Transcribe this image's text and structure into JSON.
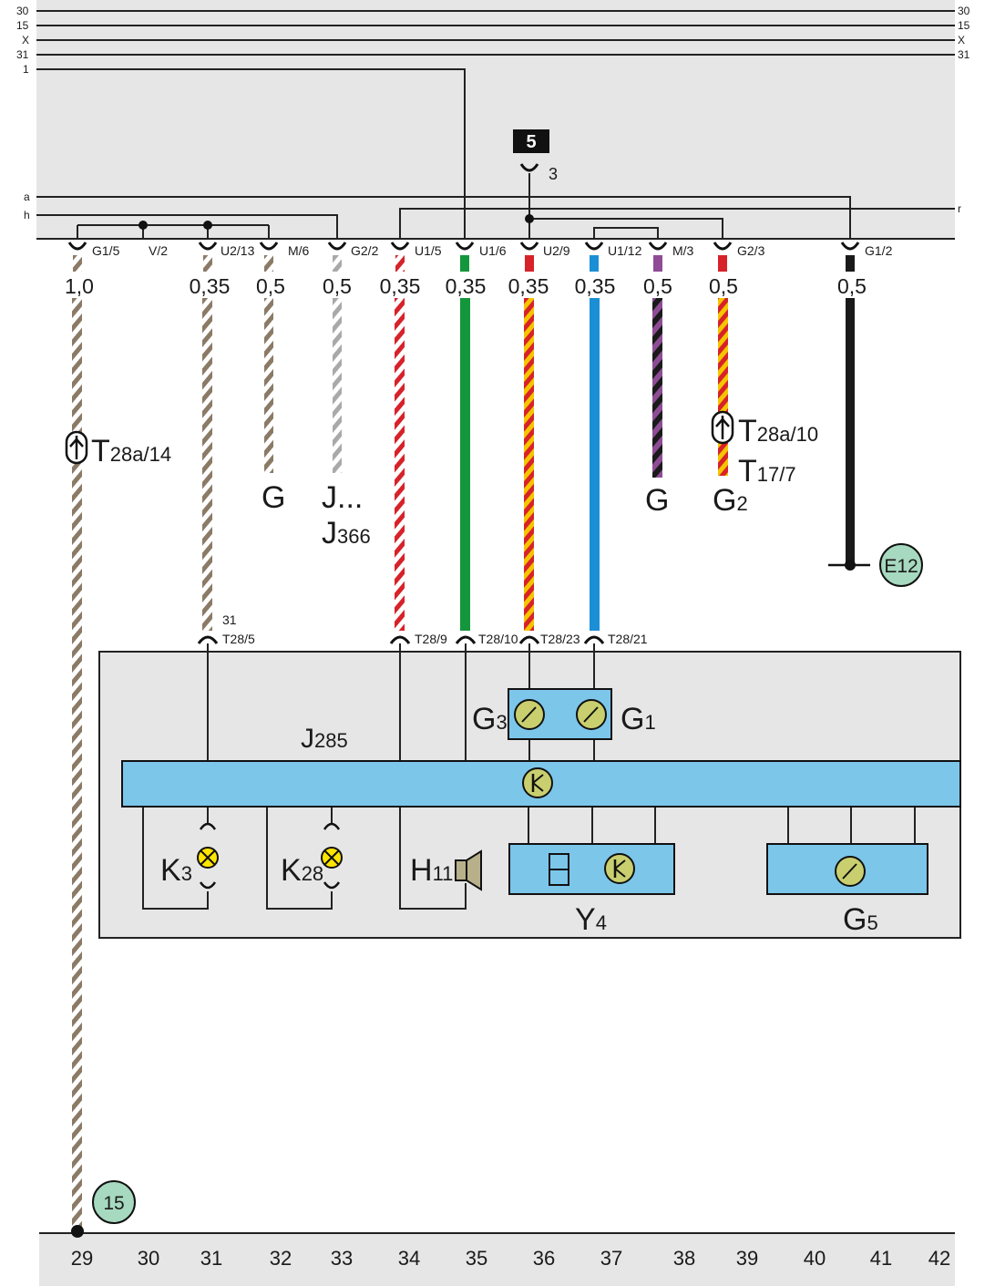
{
  "rails_left": [
    "30",
    "15",
    "X",
    "31",
    "1"
  ],
  "rails_right": [
    "30",
    "15",
    "X",
    "31"
  ],
  "side_labels": {
    "a": "a",
    "h": "h",
    "r": "r"
  },
  "badge": "5",
  "badge_pin": "3",
  "pins": [
    "G1/5",
    "V/2",
    "U2/13",
    "M/6",
    "G2/2",
    "U1/5",
    "U1/6",
    "U2/9",
    "U1/12",
    "M/3",
    "G2/3",
    "G1/2"
  ],
  "gauges": [
    "1,0",
    "0,35",
    "0,5",
    "0,5",
    "0,35",
    "0,35",
    "0,35",
    "0,35",
    "0,5",
    "0,5",
    "0,5"
  ],
  "t28a14": {
    "main": "T",
    "sub": "28a/14"
  },
  "t28a10": {
    "main": "T",
    "sub": "28a/10"
  },
  "t177": {
    "main": "T",
    "sub": "17/7"
  },
  "labels": {
    "g_left": "G",
    "j_dots": "J...",
    "j366": {
      "main": "J",
      "sub": "366"
    },
    "g_right": "G",
    "g2": {
      "main": "G",
      "sub": "2"
    },
    "e12": "E12",
    "c15": "15"
  },
  "conn_31": "31",
  "connectors": [
    "T28/5",
    "T28/9",
    "T28/10",
    "T28/23",
    "T28/21"
  ],
  "components": {
    "j285": {
      "main": "J",
      "sub": "285"
    },
    "g3": {
      "main": "G",
      "sub": "3"
    },
    "g1": {
      "main": "G",
      "sub": "1"
    },
    "k3": {
      "main": "K",
      "sub": "3"
    },
    "k28": {
      "main": "K",
      "sub": "28"
    },
    "h11": {
      "main": "H",
      "sub": "11"
    },
    "y4": {
      "main": "Y",
      "sub": "4"
    },
    "g5": {
      "main": "G",
      "sub": "5"
    }
  },
  "columns": [
    "29",
    "30",
    "31",
    "32",
    "33",
    "34",
    "35",
    "36",
    "37",
    "38",
    "39",
    "40",
    "41",
    "42"
  ],
  "colors": {
    "panel": "#e6e6e6",
    "blue_module": "#7cc6ea",
    "circle_badge": "#a6d9bf",
    "gauge_face": "#c9cf6e",
    "lamp": "#ffe500",
    "red": "#d7222a",
    "green": "#14963c",
    "yellow": "#f4c500",
    "blue_wire": "#1b8fd6",
    "brown": "#8b7a66",
    "violet": "#8e4c95",
    "grey": "#a9a9a9"
  }
}
